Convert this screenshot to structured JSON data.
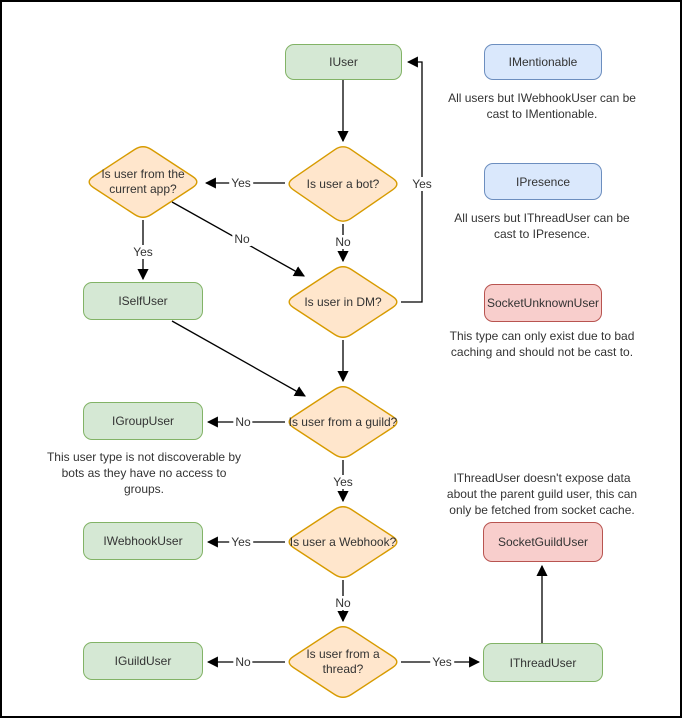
{
  "diagram": {
    "nodes": {
      "iuser": "IUser",
      "imentionable": "IMentionable",
      "ipresence": "IPresence",
      "socketunknownuser": "SocketUnknownUser",
      "iselfuser": "ISelfUser",
      "igroupuser": "IGroupUser",
      "iwebhookuser": "IWebhookUser",
      "iguilduser": "IGuildUser",
      "socketguilduser": "SocketGuildUser",
      "ithreaduser": "IThreadUser"
    },
    "decisions": {
      "is_bot": "Is user a bot?",
      "is_current_app": "Is user from the current app?",
      "is_dm": "Is user in DM?",
      "is_guild": "Is user from a guild?",
      "is_webhook": "Is user a Webhook?",
      "is_thread": "Is user from a thread?"
    },
    "edge_labels": {
      "bot_to_app": "Yes",
      "bot_to_dm": "No",
      "dm_to_iuser": "Yes",
      "app_to_dm": "No",
      "app_to_iself": "Yes",
      "guild_to_igroup": "No",
      "guild_to_webhook": "Yes",
      "webhook_to_iwebhook": "Yes",
      "webhook_to_thread": "No",
      "thread_to_iguild": "No",
      "thread_to_ithread": "Yes"
    },
    "annotations": {
      "mentionable": "All users but IWebhookUser can be\ncast to IMentionable.",
      "presence": "All users but IThreadUser can be\ncast to IPresence.",
      "unknown": "This type can only exist due to bad\ncaching and should not be cast to.",
      "group": "This user type is not discoverable by\nbots as they have no access to\ngroups.",
      "thread": "IThreadUser doesn't expose data\nabout the parent guild user, this can\nonly be fetched from socket cache."
    },
    "colors": {
      "interface_fill": "#d5e8d4",
      "interface_stroke": "#82b366",
      "decision_fill": "#ffe6cc",
      "decision_stroke": "#d79b00",
      "castable_fill": "#dae8fc",
      "castable_stroke": "#6c8ebf",
      "warning_fill": "#f8cecc",
      "warning_stroke": "#b85450",
      "edge_stroke": "#000000"
    }
  }
}
